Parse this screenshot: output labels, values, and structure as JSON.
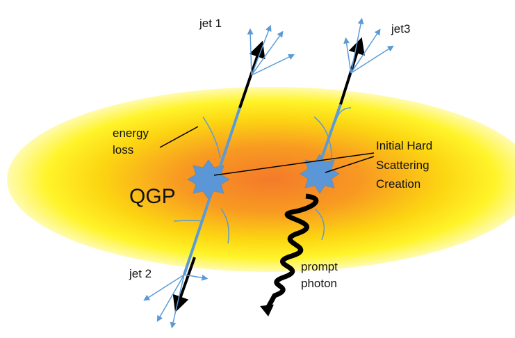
{
  "labels": {
    "jet1": "jet 1",
    "jet2": "jet 2",
    "jet3": "jet3",
    "energy_loss": [
      "energy",
      "loss"
    ],
    "qgp": "QGP",
    "scattering": [
      "Initial Hard",
      "Scattering",
      "Creation"
    ],
    "photon": [
      "prompt",
      "photon"
    ]
  },
  "colors": {
    "jet": "#5b9bd5",
    "star": "#4f8fd6",
    "core": "#f5862a",
    "outer": "#fff21a"
  }
}
